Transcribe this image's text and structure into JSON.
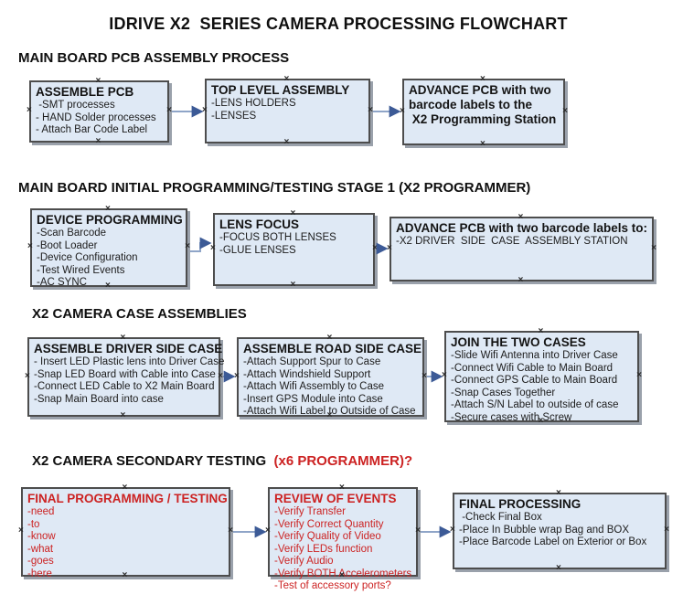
{
  "title": "IDRIVE X2  SERIES CAMERA PROCESSING FLOWCHART",
  "colors": {
    "box_fill": "#dfe9f5",
    "box_border": "#4d4d4d",
    "box_shadow": "#9aa1ab",
    "connector_line": "#8fa5c8",
    "connector_arrow": "#3c5a96",
    "accent_red": "#cc2222",
    "text": "#1a1a1a"
  },
  "sections": [
    {
      "heading": "MAIN BOARD PCB ASSEMBLY PROCESS",
      "boxes": [
        {
          "title": "ASSEMBLE PCB",
          "items": [
            " -SMT processes",
            "- HAND Solder processes",
            "- Attach Bar Code Label"
          ]
        },
        {
          "title": "TOP LEVEL ASSEMBLY",
          "items": [
            "-LENS HOLDERS",
            "-LENSES"
          ]
        },
        {
          "title": "ADVANCE PCB with two\nbarcode labels to the\n X2 Programming Station",
          "items": []
        }
      ]
    },
    {
      "heading": "MAIN BOARD INITIAL PROGRAMMING/TESTING STAGE 1 (X2 PROGRAMMER)",
      "boxes": [
        {
          "title": "DEVICE PROGRAMMING",
          "items": [
            "-Scan Barcode",
            "-Boot Loader",
            "-Device Configuration",
            "-Test Wired Events",
            "-AC SYNC"
          ]
        },
        {
          "title": "LENS FOCUS",
          "items": [
            "-FOCUS BOTH LENSES",
            "-GLUE LENSES"
          ]
        },
        {
          "title": "ADVANCE PCB with two barcode labels to:",
          "items": [
            "-X2 DRIVER  SIDE  CASE  ASSEMBLY STATION"
          ]
        }
      ]
    },
    {
      "heading": "X2 CAMERA CASE ASSEMBLIES",
      "boxes": [
        {
          "title": "ASSEMBLE DRIVER SIDE CASE",
          "items": [
            "- Insert LED Plastic lens into Driver Case",
            "-Snap LED Board with Cable into Case",
            "-Connect LED Cable to X2 Main Board",
            "-Snap Main Board into case"
          ]
        },
        {
          "title": "ASSEMBLE ROAD SIDE CASE",
          "items": [
            "-Attach Support Spur to Case",
            "-Attach Windshield Support",
            "-Attach Wifi Assembly to Case",
            "-Insert GPS Module into Case",
            "-Attach Wifi Label to Outside of Case"
          ]
        },
        {
          "title": "JOIN THE TWO CASES",
          "items": [
            "-Slide Wifi Antenna into Driver Case",
            "-Connect Wifi Cable to Main Board",
            "-Connect GPS Cable to Main Board",
            "-Snap Cases Together",
            "-Attach S/N Label to outside of case",
            "-Secure cases with Screw"
          ]
        }
      ]
    },
    {
      "heading": "X2 CAMERA SECONDARY TESTING  ",
      "heading_highlight": "(x6 PROGRAMMER)?",
      "boxes": [
        {
          "title": "FINAL PROGRAMMING / TESTING",
          "items": [
            "-need",
            "-to",
            "-know",
            "-what",
            "-goes",
            "-here"
          ]
        },
        {
          "title": "REVIEW OF EVENTS",
          "items": [
            "-Verify Transfer",
            "-Verify Correct Quantity",
            "-Verify Quality of Video",
            "-Verify LEDs function",
            "-Verify Audio",
            "-Verify BOTH Accelerometers",
            "-Test of accessory ports?"
          ]
        },
        {
          "title": "FINAL PROCESSING",
          "items": [
            " -Check Final Box",
            "-Place In Bubble wrap Bag and BOX",
            "-Place Barcode Label on Exterior or Box"
          ]
        }
      ]
    }
  ]
}
